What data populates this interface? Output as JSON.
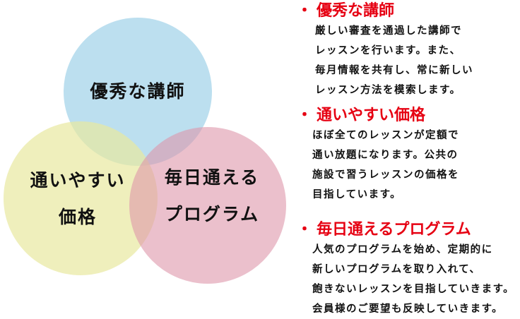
{
  "diagram": {
    "circles": [
      {
        "label_lines": [
          "優秀な講師"
        ],
        "color": "#a0d2e8"
      },
      {
        "label_lines": [
          "通いやすい",
          "価格"
        ],
        "color": "#e8e8a0"
      },
      {
        "label_lines": [
          "毎日通える",
          "プログラム"
        ],
        "color": "#de96aa"
      }
    ]
  },
  "bullet": "・",
  "sections": [
    {
      "title": "優秀な講師",
      "lines": [
        "厳しい審査を通過した講師で",
        "レッスンを行います。また、",
        "毎月情報を共有し、常に新しい",
        "レッスン方法を模索します。"
      ]
    },
    {
      "title": "通いやすい価格",
      "lines": [
        "ほぼ全てのレッスンが定額で",
        "通い放題になります。公共の",
        "施設で習うレッスンの価格を",
        "目指しています。"
      ]
    },
    {
      "title": "毎日通えるプログラム",
      "lines": [
        "人気のプログラムを始め、定期的に",
        "新しいプログラムを取り入れて、",
        "飽きないレッスンを目指していきます。",
        "会員様のご要望も反映していきます。"
      ]
    }
  ],
  "accent_color": "#e60012"
}
